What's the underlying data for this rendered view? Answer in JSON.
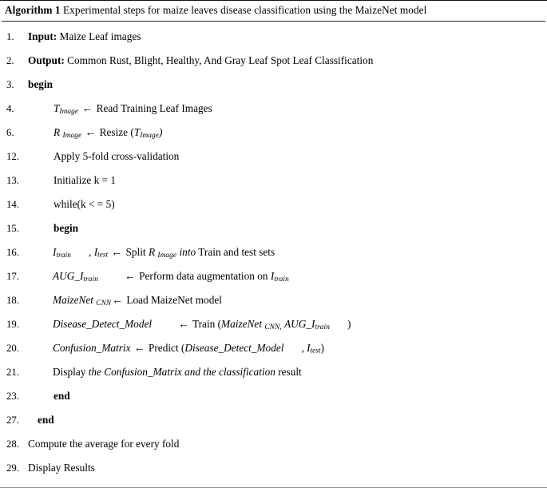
{
  "caption": {
    "label": "Algorithm 1",
    "text": "Experimental steps for maize leaves disease classification using the MaizeNet model"
  },
  "symbols": {
    "assign_arrow": "←",
    "comma": ",",
    "paren_open": "(",
    "paren_close": ")",
    "underscore_aug": "AUG_"
  },
  "steps": [
    {
      "num": "1.",
      "indent": 1,
      "keyword": "Input:",
      "text": "Maize Leaf images"
    },
    {
      "num": "2.",
      "indent": 1,
      "keyword": "Output:",
      "text": "Common Rust, Blight, Healthy, And Gray Leaf Spot Leaf Classification"
    },
    {
      "num": "3.",
      "indent": 1,
      "keyword": "begin",
      "text": ""
    },
    {
      "num": "4.",
      "indent": 3,
      "lhs_var": "T",
      "lhs_sub": "Image",
      "rhs": "Read Training Leaf Images"
    },
    {
      "num": "6.",
      "indent": 3,
      "lhs_var": "R",
      "lhs_sub": "Image",
      "rhs_pre": "Resize (",
      "rhs_var": "T",
      "rhs_sub": "Image",
      "rhs_post": ")"
    },
    {
      "num": "12.",
      "indent": 3,
      "text": "Apply 5-fold cross-validation"
    },
    {
      "num": "13.",
      "indent": 3,
      "text": "Initialize k = 1"
    },
    {
      "num": "14.",
      "indent": 3,
      "text": "while(k < = 5)"
    },
    {
      "num": "15.",
      "indent": 3,
      "keyword": "begin",
      "text": ""
    },
    {
      "num": "16.",
      "indent": 4,
      "v1": "I",
      "v1sub": "train",
      "v2": "I",
      "v2sub": "test",
      "op": "Split",
      "v3": "R",
      "v3sub": "Image",
      "italic_word": "into",
      "tail": "Train and test sets"
    },
    {
      "num": "17.",
      "indent": 4,
      "lhs_prefix": "AUG_I",
      "lhs_sub": "train",
      "rhs": "Perform data augmentation on",
      "rhs_var": "I",
      "rhs_sub": "train"
    },
    {
      "num": "18.",
      "indent": 4,
      "lhs_var": "MaizeNet",
      "lhs_sub": "CNN",
      "rhs": "Load MaizeNet model"
    },
    {
      "num": "19.",
      "indent": 4,
      "lhs_var": "Disease_Detect_Model",
      "rhs_pre": "Train (",
      "a1": "MaizeNet",
      "a1sub": "CNN,",
      "a2": "AUG_I",
      "a2sub": "train",
      "rhs_post": ")"
    },
    {
      "num": "20.",
      "indent": 4,
      "lhs_var": "Confusion_Matrix",
      "rhs_pre": "Predict (",
      "a1": "Disease_Detect_Model",
      "comma": ",",
      "a2": "I",
      "a2sub": "test",
      "rhs_post": ")"
    },
    {
      "num": "21.",
      "indent": 4,
      "pre": "Display",
      "italic": "the Confusion_Matrix and the classification",
      "post": "result"
    },
    {
      "num": "23.",
      "indent": 3,
      "keyword": "end",
      "text": ""
    },
    {
      "num": "27.",
      "indent": 2,
      "keyword": "end",
      "text": ""
    },
    {
      "num": "28.",
      "indent": 1,
      "text": "Compute the average for every fold"
    },
    {
      "num": "29.",
      "indent": 1,
      "text": "Display Results"
    }
  ]
}
